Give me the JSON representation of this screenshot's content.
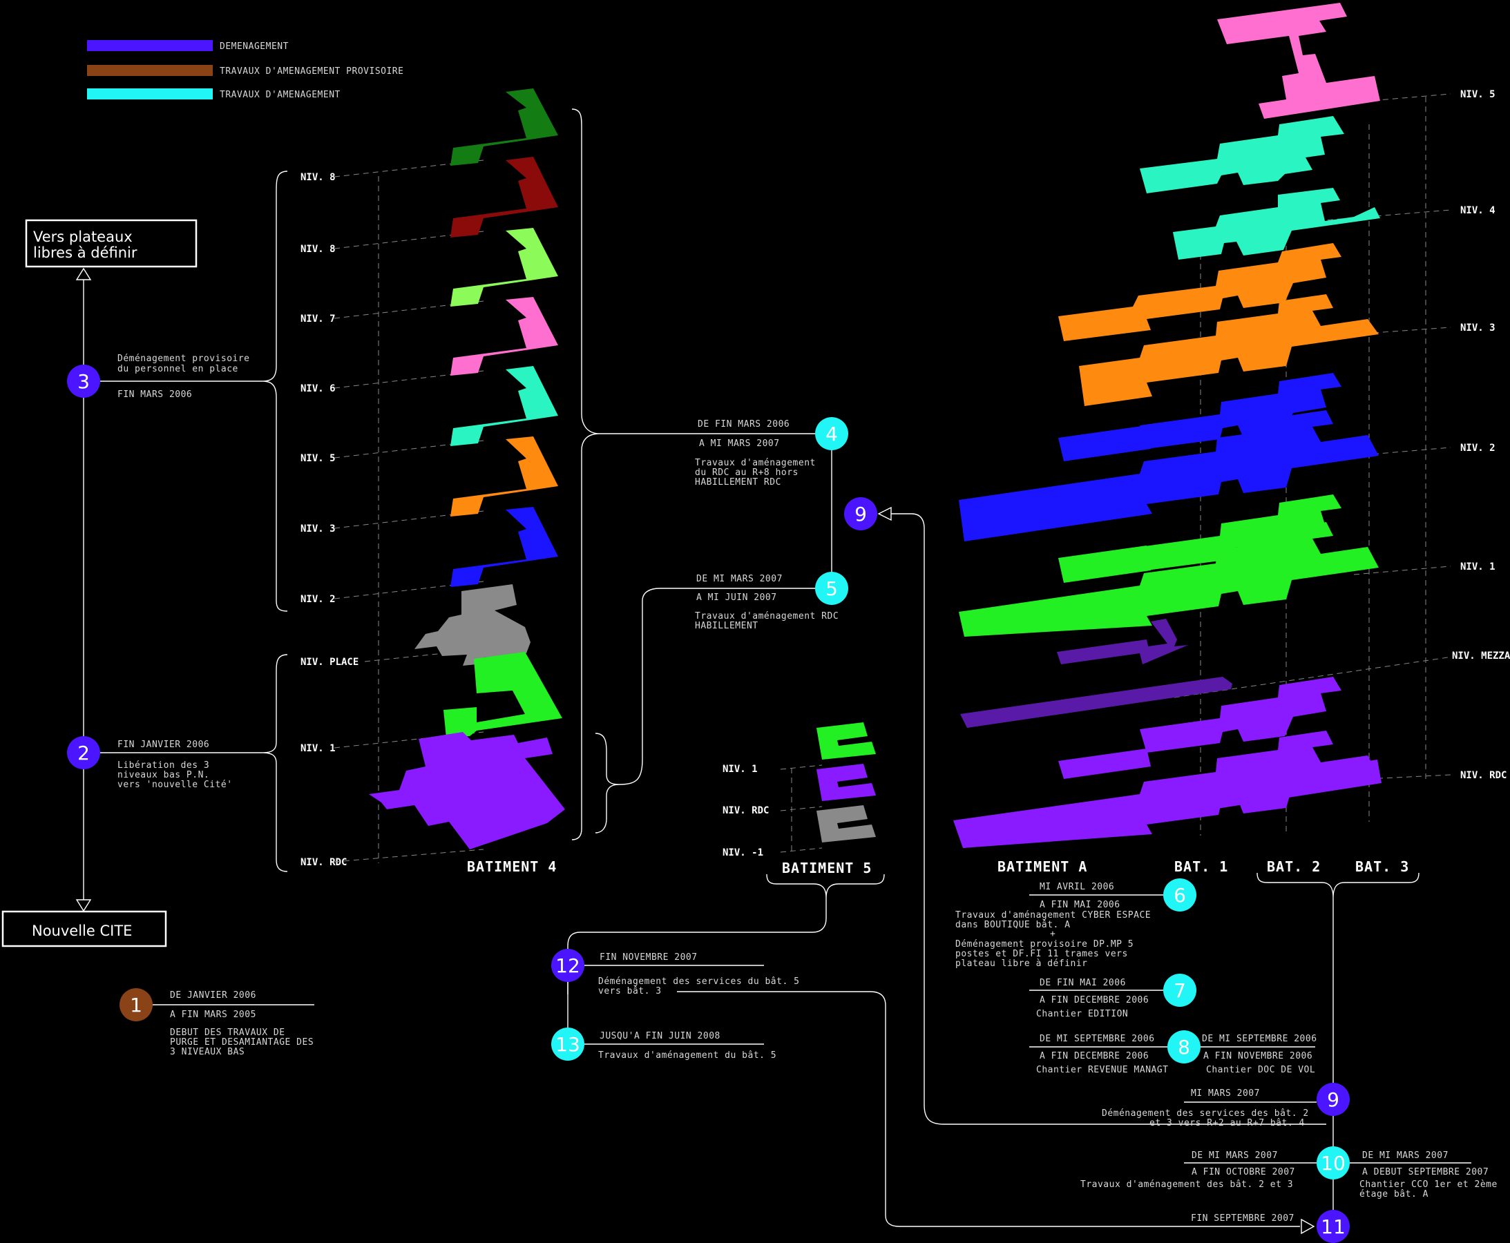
{
  "legend": [
    {
      "label": "DEMENAGEMENT",
      "color": "#4b16ff"
    },
    {
      "label": "TRAVAUX D'AMENAGEMENT PROVISOIRE",
      "color": "#8a4316"
    },
    {
      "label": "TRAVAUX D'AMENAGEMENT",
      "color": "#22f5f5"
    }
  ],
  "boxes": {
    "top": [
      "Vers plateaux",
      "libres à définir"
    ],
    "bottom": "Nouvelle CITE"
  },
  "buildings": {
    "b4": "BATIMENT 4",
    "b5": "BATIMENT 5",
    "bA": "BATIMENT A",
    "bat1": "BAT. 1",
    "bat2": "BAT. 2",
    "bat3": "BAT. 3"
  },
  "levels_b4": [
    "NIV. 8",
    "NIV. 8",
    "NIV. 7",
    "NIV. 6",
    "NIV. 5",
    "NIV. 3",
    "NIV. 2",
    "NIV. PLACE",
    "NIV. 1",
    "NIV. RDC"
  ],
  "levels_b5": [
    "NIV. 1",
    "NIV. RDC",
    "NIV. -1"
  ],
  "levels_bA": [
    "NIV. 5",
    "NIV. 4",
    "NIV. 3",
    "NIV. 2",
    "NIV. 1",
    "NIV. MEZZA",
    "NIV. RDC"
  ],
  "steps": {
    "s1": {
      "num": "1",
      "color": "#8a4316",
      "lines": [
        "DE JANVIER 2006",
        "A FIN MARS 2005",
        "DEBUT DES TRAVAUX DE",
        "PURGE ET DESAMIANTAGE DES",
        "3 NIVEAUX BAS"
      ]
    },
    "s2": {
      "num": "2",
      "color": "#4b16ff",
      "lines": [
        "FIN JANVIER 2006",
        "Libération des 3",
        "niveaux bas P.N.",
        "vers 'nouvelle Cité'"
      ]
    },
    "s3": {
      "num": "3",
      "color": "#4b16ff",
      "lines": [
        "Déménagement provisoire",
        "du personnel en place",
        "FIN MARS 2006"
      ]
    },
    "s4": {
      "num": "4",
      "color": "#22f5f5",
      "lines": [
        "DE FIN MARS 2006",
        "A MI MARS 2007",
        "Travaux d'aménagement",
        "du RDC au R+8 hors",
        "HABILLEMENT RDC"
      ]
    },
    "s5": {
      "num": "5",
      "color": "#22f5f5",
      "lines": [
        "DE MI MARS 2007",
        "A MI JUIN 2007",
        "Travaux d'aménagement RDC",
        "HABILLEMENT"
      ]
    },
    "s6": {
      "num": "6",
      "color": "#22f5f5",
      "lines": [
        "MI AVRIL 2006",
        "A FIN MAI 2006",
        "Travaux d'aménagement CYBER ESPACE",
        "dans BOUTIQUE bât. A",
        "+",
        "Déménagement provisoire DP.MP 5",
        "postes et DF.FI 11 trames vers",
        "plateau libre à définir"
      ]
    },
    "s7": {
      "num": "7",
      "color": "#22f5f5",
      "lines": [
        "DE FIN MAI 2006",
        "A FIN DECEMBRE 2006",
        "Chantier EDITION"
      ]
    },
    "s8": {
      "num": "8",
      "color": "#22f5f5",
      "lines": [
        "DE MI SEPTEMBRE 2006",
        "A FIN DECEMBRE 2006",
        "Chantier REVENUE MANAGT",
        "DE MI SEPTEMBRE 2006",
        "A FIN NOVEMBRE 2006",
        "Chantier DOC DE VOL"
      ]
    },
    "s9": {
      "num": "9",
      "color": "#4b16ff",
      "lines": [
        "MI MARS 2007",
        "Déménagement des services des bât. 2",
        "et 3 vers R+2 au R+7 bât. 4"
      ]
    },
    "s10": {
      "num": "10",
      "color": "#22f5f5",
      "lines": [
        "DE MI MARS 2007",
        "A FIN OCTOBRE 2007",
        "Travaux d'aménagement des bât. 2 et 3",
        "DE MI MARS 2007",
        "A DEBUT SEPTEMBRE 2007",
        "Chantier CCO 1er et 2ème",
        "étage bât. A"
      ]
    },
    "s11": {
      "num": "11",
      "color": "#4b16ff",
      "lines": [
        "FIN SEPTEMBRE 2007"
      ]
    },
    "s12": {
      "num": "12",
      "color": "#4b16ff",
      "lines": [
        "FIN NOVEMBRE 2007",
        "Déménagement des services du bât. 5",
        "vers bât. 3"
      ]
    },
    "s13": {
      "num": "13",
      "color": "#22f5f5",
      "lines": [
        "JUSQU'A FIN JUIN 2008",
        "Travaux d'aménagement du bât. 5"
      ]
    }
  },
  "floor_colors": {
    "b4": [
      "#137d13",
      "#8b0a0a",
      "#8cfb5a",
      "#ff6fcf",
      "#2af5c2",
      "#ff8a10",
      "#1a14ff",
      "#8a8a8a",
      "#22f022",
      "#8a1aff"
    ],
    "b5": [
      "#22f022",
      "#8a1aff",
      "#8a8a8a"
    ],
    "bA": [
      "#ff6fcf",
      "#2af5c2",
      "#ff8a10",
      "#1a14ff",
      "#22f022",
      "#5a1aa8",
      "#8a1aff"
    ]
  }
}
